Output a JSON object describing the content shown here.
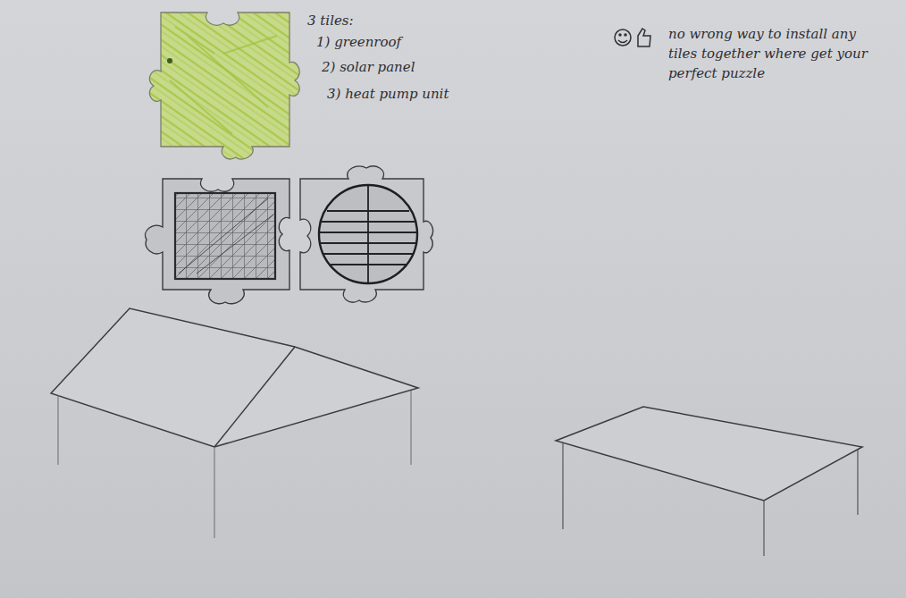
{
  "diagram": {
    "labels": [
      "3 tiles:",
      "1) greenroof",
      "2) solar panel",
      "3) heat pump unit",
      "no wrong way to install any tiles together where get your perfect puzzle"
    ]
  }
}
